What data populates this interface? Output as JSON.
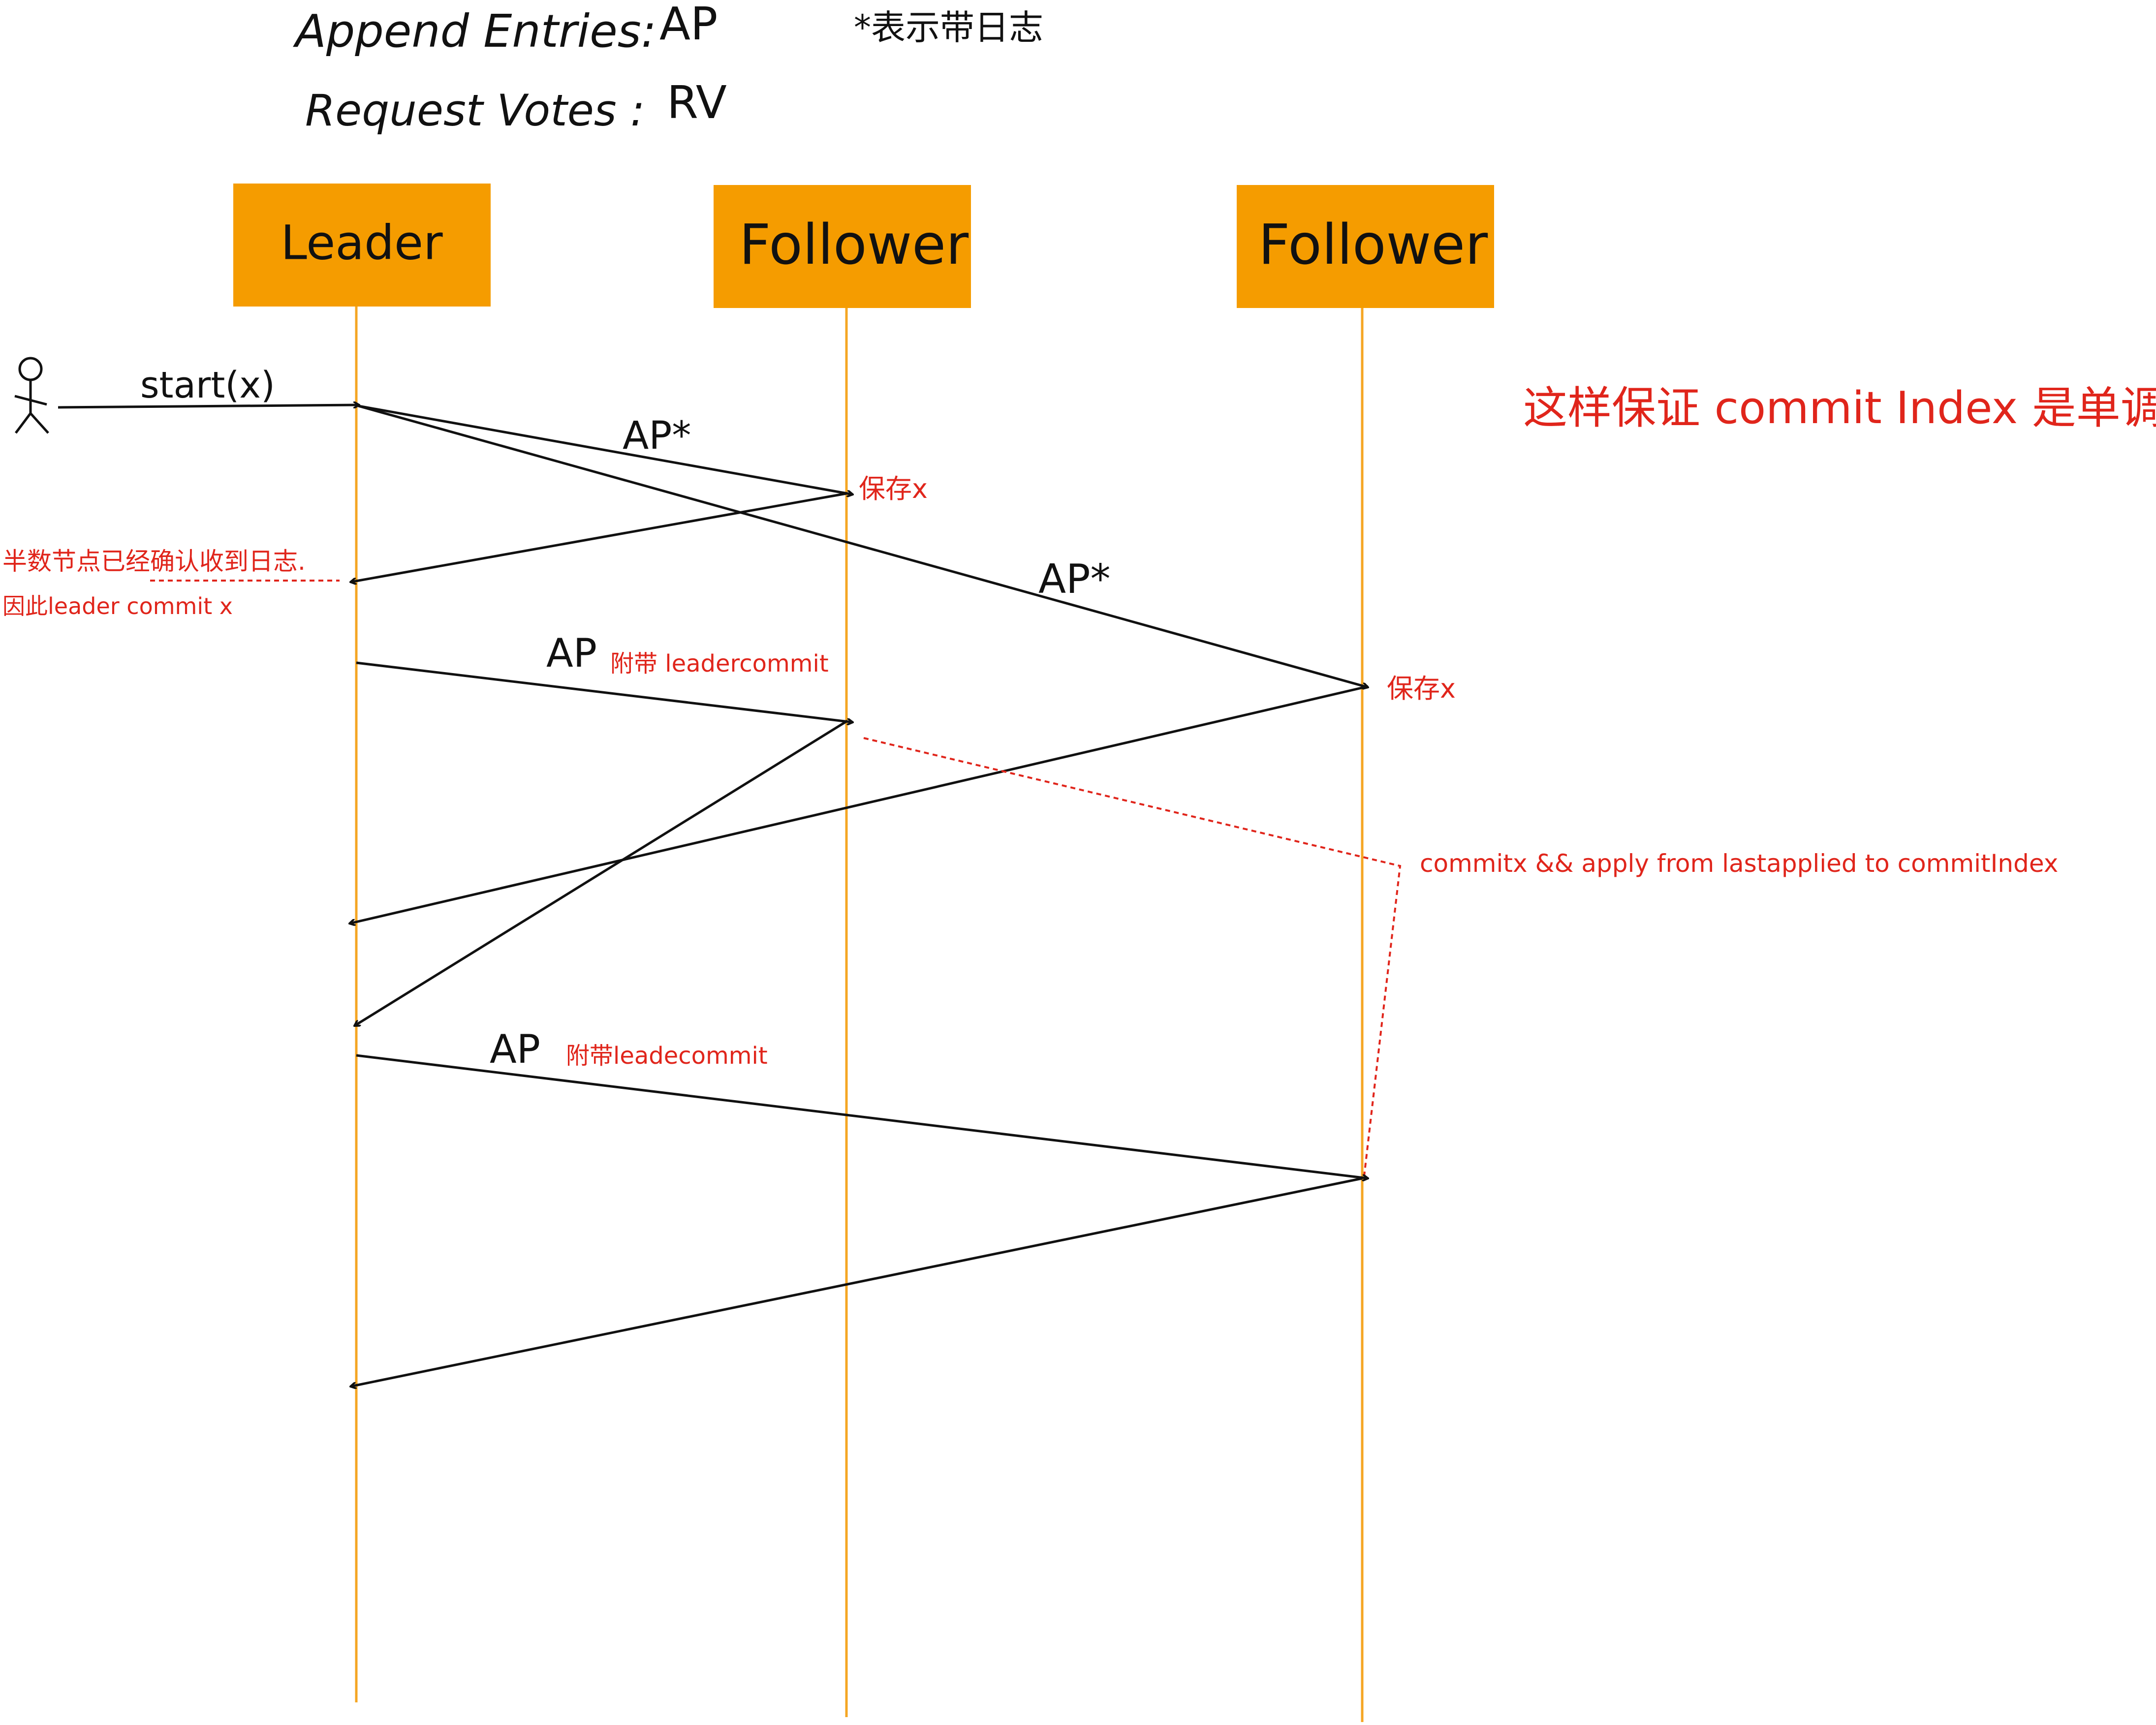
{
  "legend": {
    "append_entries_label": "Append Entries:",
    "append_entries_abbr": "AP",
    "request_votes_label": "Request Votes :",
    "request_votes_abbr": "RV",
    "star_note": "*表示带日志"
  },
  "participants": [
    {
      "label": "Leader"
    },
    {
      "label": "Follower"
    },
    {
      "label": "Follower"
    }
  ],
  "messages": {
    "start": "start(x)",
    "ap_star_1": "AP*",
    "ap_star_2": "AP*",
    "ap_3_main": "AP",
    "ap_3_note": "附带 leadercommit",
    "ap_4_main": "AP",
    "ap_4_note": "附带leadecommit"
  },
  "annotations": {
    "save_x_1": "保存x",
    "save_x_2": "保存x",
    "majority_line1": "半数节点已经确认收到日志.",
    "majority_line2": "因此leader commit x",
    "commit_apply": "commitx && apply from lastapplied to commitIndex",
    "monotonic": "这样保证 commit Index 是单调的."
  },
  "colors": {
    "box": "#f59c00",
    "lifeline": "#f5a623",
    "arrow": "#111111",
    "annotation": "#e0251b"
  }
}
